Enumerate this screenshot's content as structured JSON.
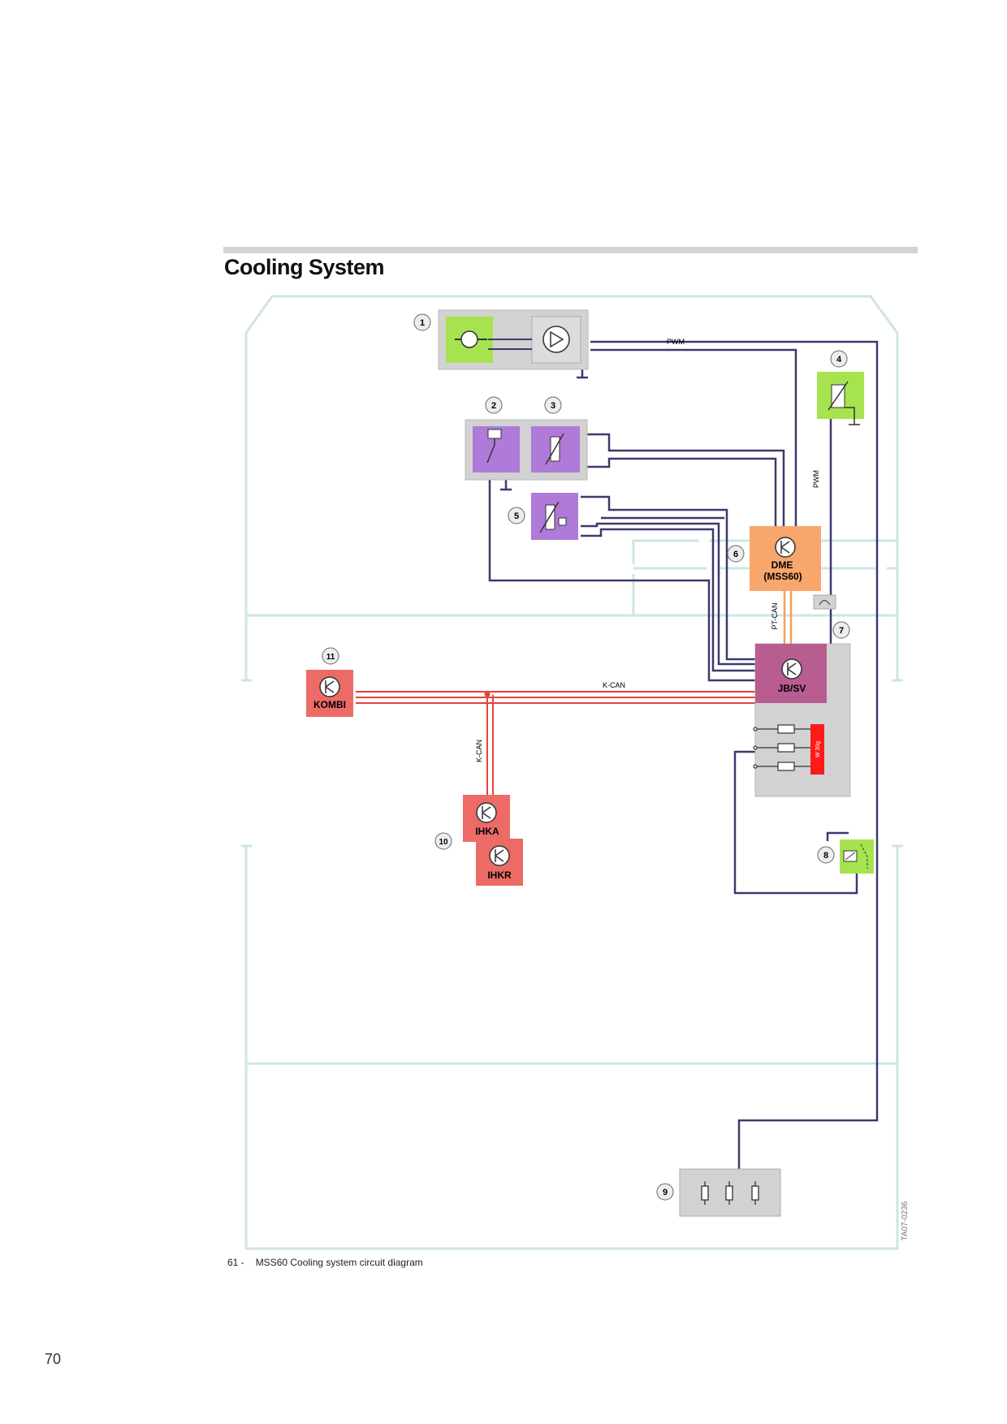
{
  "title": "Cooling System",
  "caption": {
    "number": "61 -",
    "text": "MSS60 Cooling system circuit diagram"
  },
  "page_number": "70",
  "image_code": "TA07-0236",
  "signals": {
    "pwm_top": "PWM",
    "pwm_side": "PWM",
    "pt_can": "PT-CAN",
    "k_can_h": "K-CAN",
    "k_can_v": "K-CAN"
  },
  "components": {
    "c6": {
      "callout": "6",
      "label_1": "DME",
      "label_2": "(MSS60)"
    },
    "c7": {
      "callout": "7",
      "label": "JB/SV",
      "fuse_label": "W 30g"
    },
    "c11": {
      "callout": "11",
      "label": "KOMBI"
    },
    "c10": {
      "callout": "10",
      "label_a": "IHKA",
      "label_b": "IHKR"
    },
    "callouts": [
      "1",
      "2",
      "3",
      "4",
      "5",
      "8",
      "9"
    ]
  },
  "colors": {
    "frame": "#cfe5e3",
    "wire": "#3c3a6e",
    "kcan": "#e4443b",
    "ptcan": "#f1a05a",
    "green": "#a6e34f",
    "purple": "#b07ad8",
    "orange": "#f8a66b",
    "magenta": "#b75d90",
    "red_unit": "#ec6b66",
    "gray_box": "#d2d2d2"
  }
}
